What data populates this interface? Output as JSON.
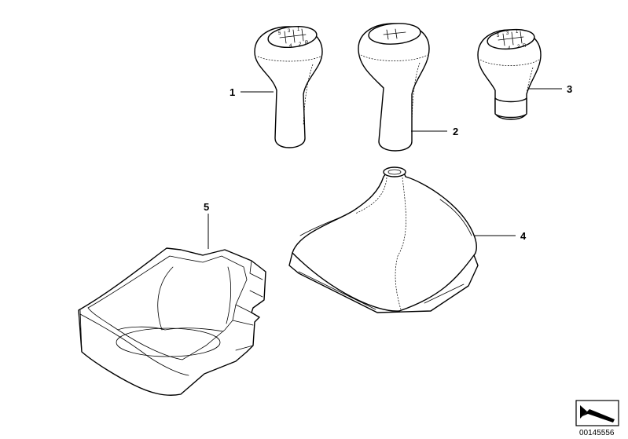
{
  "callouts": [
    {
      "id": "1",
      "label": "1"
    },
    {
      "id": "2",
      "label": "2"
    },
    {
      "id": "3",
      "label": "3"
    },
    {
      "id": "4",
      "label": "4"
    },
    {
      "id": "5",
      "label": "5"
    }
  ],
  "document_number": "00145556",
  "shift_pattern": [
    "5",
    "3",
    "1",
    "R",
    "4",
    "2"
  ],
  "icons": {
    "corner_symbol": "arrow-box-icon"
  }
}
